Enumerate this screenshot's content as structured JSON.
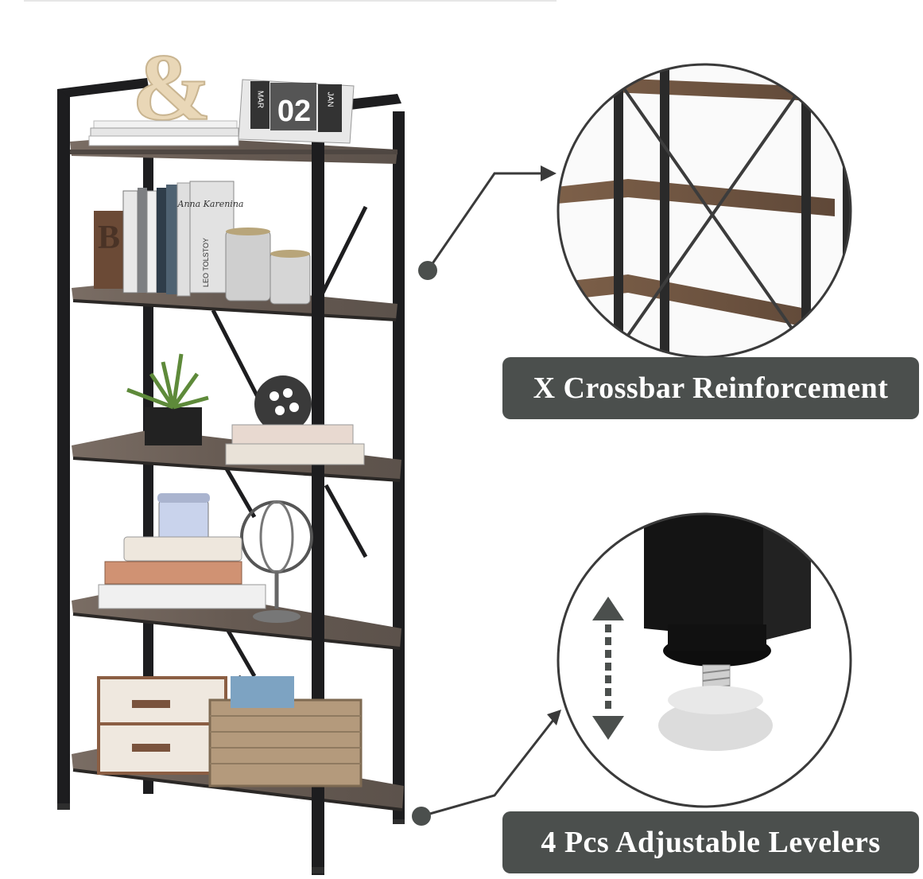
{
  "callouts": {
    "crossbar": "X Crossbar Reinforcement",
    "levelers": "4 Pcs Adjustable Levelers"
  },
  "props": {
    "flip_calendar_month_left": "MAR",
    "flip_calendar_digits": "02",
    "flip_calendar_month_right": "JAN",
    "book_spine_author": "LEO TOLSTOY",
    "book_title_script": "Anna Karenina"
  },
  "colors": {
    "frame_black": "#1d1d1f",
    "shelf_wood": "#6e625a",
    "callout_bg": "#4b4f4d",
    "callout_text": "#ffffff",
    "circle_stroke": "#3a3a3a"
  },
  "icons": {
    "pointer_arrow": "arrow-right-icon",
    "up_down_arrow": "up-down-arrow-icon",
    "anchor_dot": "dot-icon"
  }
}
